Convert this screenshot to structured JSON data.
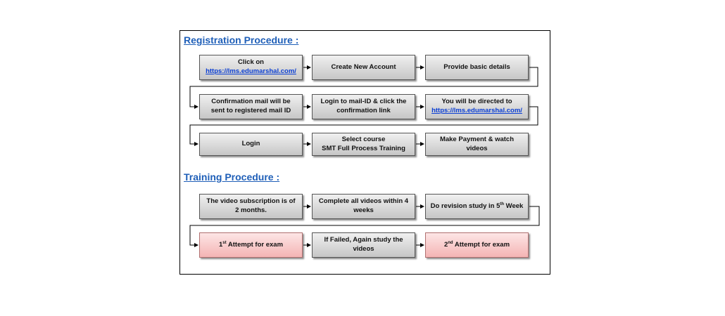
{
  "registration": {
    "heading": "Registration Procedure :",
    "steps": [
      {
        "text": "Click on",
        "link": "https://lms.edumarshal.com/"
      },
      {
        "text": "Create New Account"
      },
      {
        "text": "Provide basic details"
      },
      {
        "text": "Confirmation mail will be sent to registered mail ID"
      },
      {
        "text": "Login to mail-ID & click the confirmation link"
      },
      {
        "text": "You will be directed to",
        "link": "https://lms.edumarshal.com/"
      },
      {
        "text": "Login"
      },
      {
        "line1": "Select course",
        "line2": "SMT Full Process Training"
      },
      {
        "text": "Make Payment & watch videos"
      }
    ]
  },
  "training": {
    "heading": "Training Procedure :",
    "steps": [
      {
        "text": "The video subscription is of 2 months."
      },
      {
        "text": "Complete all videos within 4 weeks"
      },
      {
        "pre": "Do revision study in 5",
        "sup": "th",
        "post": " Week"
      },
      {
        "pre": "1",
        "sup": "st",
        "post": " Attempt for exam"
      },
      {
        "text": "If Failed, Again study the videos"
      },
      {
        "pre": "2",
        "sup": "nd",
        "post": " Attempt for exam"
      }
    ]
  },
  "colors": {
    "heading": "#1f5fb8",
    "box_gray": "#d9d9d9",
    "box_pink": "#f8c8c8",
    "link": "#0b3fd4"
  }
}
